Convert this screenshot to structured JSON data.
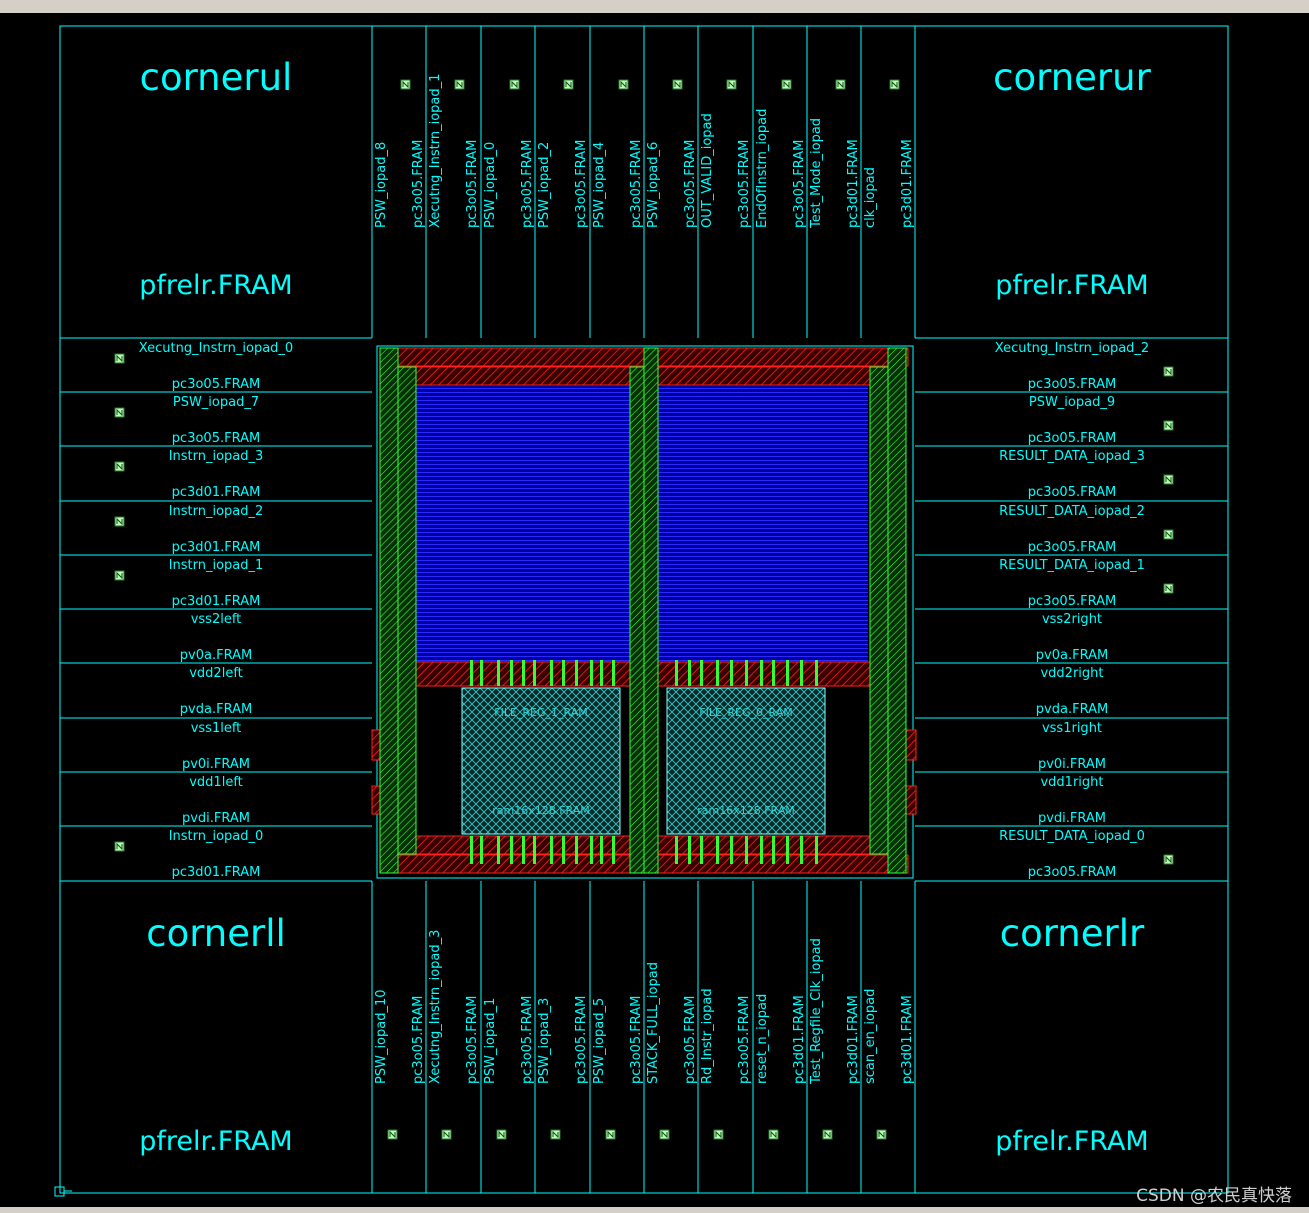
{
  "watermark": "CSDN @农民真快落",
  "colors": {
    "cell_border": "#00ffff",
    "text": "#00ffff",
    "background": "#000000",
    "pin_marker": "#b8ffb8",
    "core_fill": "#0000cc",
    "power_ring": "#ff2020",
    "power_strap": "#33ff33",
    "macro_hatch": "#00dddd"
  },
  "corners": {
    "ul": {
      "name": "cornerul",
      "cell": "pfrelr.FRAM"
    },
    "ur": {
      "name": "cornerur",
      "cell": "pfrelr.FRAM"
    },
    "ll": {
      "name": "cornerll",
      "cell": "pfrelr.FRAM"
    },
    "lr": {
      "name": "cornerlr",
      "cell": "pfrelr.FRAM"
    }
  },
  "top_pads": [
    {
      "name": "PSW_iopad_8",
      "cell": "pc3o05.FRAM"
    },
    {
      "name": "Xecutng_Instrn_iopad_1",
      "cell": "pc3o05.FRAM"
    },
    {
      "name": "PSW_iopad_0",
      "cell": "pc3o05.FRAM"
    },
    {
      "name": "PSW_iopad_2",
      "cell": "pc3o05.FRAM"
    },
    {
      "name": "PSW_iopad_4",
      "cell": "pc3o05.FRAM"
    },
    {
      "name": "PSW_iopad_6",
      "cell": "pc3o05.FRAM"
    },
    {
      "name": "OUT_VALID_iopad",
      "cell": "pc3o05.FRAM"
    },
    {
      "name": "EndOfInstrn_iopad",
      "cell": "pc3o05.FRAM"
    },
    {
      "name": "Test_Mode_iopad",
      "cell": "pc3d01.FRAM"
    },
    {
      "name": "clk_iopad",
      "cell": "pc3d01.FRAM"
    }
  ],
  "bottom_pads": [
    {
      "name": "PSW_iopad_10",
      "cell": "pc3o05.FRAM"
    },
    {
      "name": "Xecutng_Instrn_iopad_3",
      "cell": "pc3o05.FRAM"
    },
    {
      "name": "PSW_iopad_1",
      "cell": "pc3o05.FRAM"
    },
    {
      "name": "PSW_iopad_3",
      "cell": "pc3o05.FRAM"
    },
    {
      "name": "PSW_iopad_5",
      "cell": "pc3o05.FRAM"
    },
    {
      "name": "STACK_FULL_iopad",
      "cell": "pc3o05.FRAM"
    },
    {
      "name": "Rd_Instr_iopad",
      "cell": "pc3o05.FRAM"
    },
    {
      "name": "reset_n_iopad",
      "cell": "pc3d01.FRAM"
    },
    {
      "name": "Test_Regfile_Clk_iopad",
      "cell": "pc3d01.FRAM"
    },
    {
      "name": "scan_en_iopad",
      "cell": "pc3d01.FRAM"
    }
  ],
  "left_pads": [
    {
      "name": "Xecutng_Instrn_iopad_0",
      "cell": "pc3o05.FRAM",
      "pin": true
    },
    {
      "name": "PSW_iopad_7",
      "cell": "pc3o05.FRAM",
      "pin": true
    },
    {
      "name": "Instrn_iopad_3",
      "cell": "pc3d01.FRAM",
      "pin": true
    },
    {
      "name": "Instrn_iopad_2",
      "cell": "pc3d01.FRAM",
      "pin": true
    },
    {
      "name": "Instrn_iopad_1",
      "cell": "pc3d01.FRAM",
      "pin": true
    },
    {
      "name": "vss2left",
      "cell": "pv0a.FRAM",
      "pin": false
    },
    {
      "name": "vdd2left",
      "cell": "pvda.FRAM",
      "pin": false
    },
    {
      "name": "vss1left",
      "cell": "pv0i.FRAM",
      "pin": false
    },
    {
      "name": "vdd1left",
      "cell": "pvdi.FRAM",
      "pin": false
    },
    {
      "name": "Instrn_iopad_0",
      "cell": "pc3d01.FRAM",
      "pin": true
    }
  ],
  "right_pads": [
    {
      "name": "Xecutng_Instrn_iopad_2",
      "cell": "pc3o05.FRAM",
      "pin": true
    },
    {
      "name": "PSW_iopad_9",
      "cell": "pc3o05.FRAM",
      "pin": true
    },
    {
      "name": "RESULT_DATA_iopad_3",
      "cell": "pc3o05.FRAM",
      "pin": true
    },
    {
      "name": "RESULT_DATA_iopad_2",
      "cell": "pc3o05.FRAM",
      "pin": true
    },
    {
      "name": "RESULT_DATA_iopad_1",
      "cell": "pc3o05.FRAM",
      "pin": true
    },
    {
      "name": "vss2right",
      "cell": "pv0a.FRAM",
      "pin": false
    },
    {
      "name": "vdd2right",
      "cell": "pvda.FRAM",
      "pin": false
    },
    {
      "name": "vss1right",
      "cell": "pv0i.FRAM",
      "pin": false
    },
    {
      "name": "vdd1right",
      "cell": "pvdi.FRAM",
      "pin": false
    },
    {
      "name": "RESULT_DATA_iopad_0",
      "cell": "pc3o05.FRAM",
      "pin": true
    }
  ],
  "macros": [
    {
      "name": "FILE_REG_1_RAM",
      "cell": "ram16x128.FRAM"
    },
    {
      "name": "FILE_REG_0_RAM",
      "cell": "ram16x128.FRAM"
    }
  ]
}
